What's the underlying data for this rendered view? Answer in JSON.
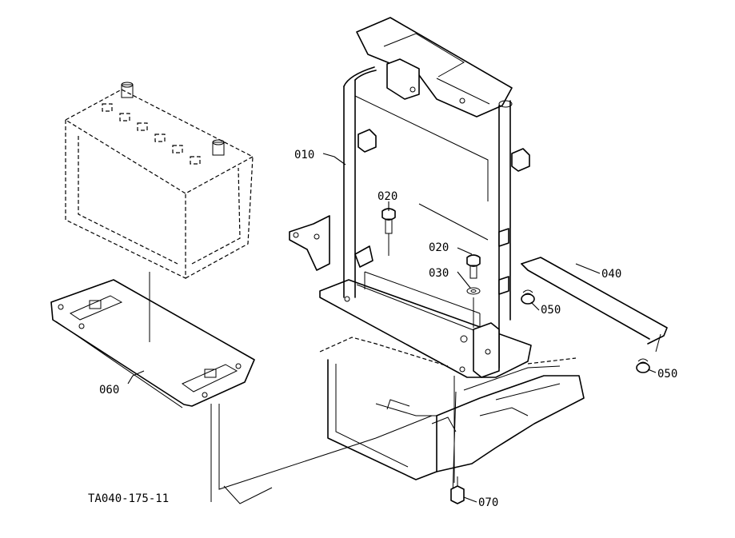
{
  "drawing_id": "TA040-175-11",
  "callouts": [
    {
      "id": "c010",
      "label": "010"
    },
    {
      "id": "c020a",
      "label": "020"
    },
    {
      "id": "c020b",
      "label": "020"
    },
    {
      "id": "c030",
      "label": "030"
    },
    {
      "id": "c040",
      "label": "040"
    },
    {
      "id": "c050a",
      "label": "050"
    },
    {
      "id": "c050b",
      "label": "050"
    },
    {
      "id": "c060",
      "label": "060"
    },
    {
      "id": "c070",
      "label": "070"
    }
  ]
}
